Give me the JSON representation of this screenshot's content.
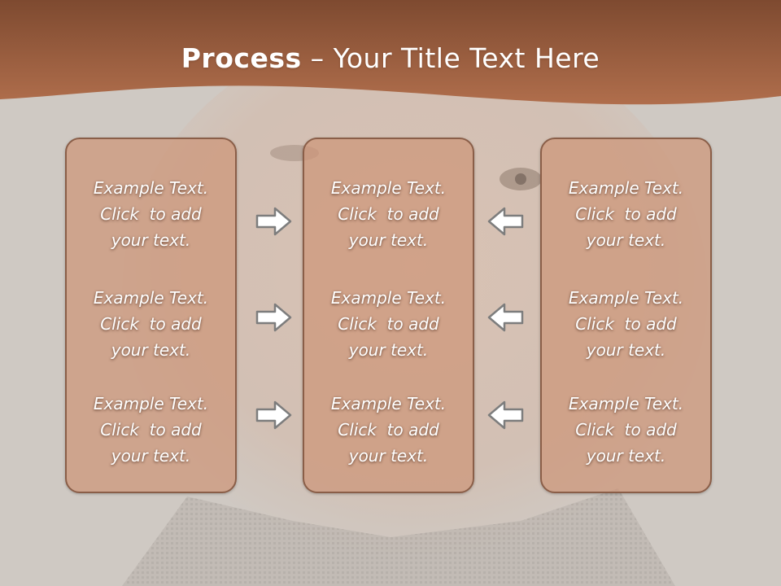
{
  "title": {
    "bold": "Process",
    "rest": " – Your Title Text Here"
  },
  "colors": {
    "header": "#9c5a3a",
    "box_fill": "#cd9678",
    "box_border": "#8a5e48",
    "arrow": "#7d7d7d",
    "background": "#cfc9c3"
  },
  "columns": [
    {
      "blocks": [
        {
          "line1": "Example Text.",
          "line2": "Click  to add",
          "line3": "your text."
        },
        {
          "line1": "Example Text.",
          "line2": "Click  to add",
          "line3": "your text."
        },
        {
          "line1": "Example Text.",
          "line2": "Click  to add",
          "line3": "your text."
        }
      ]
    },
    {
      "blocks": [
        {
          "line1": "Example Text.",
          "line2": "Click  to add",
          "line3": "your text."
        },
        {
          "line1": "Example Text.",
          "line2": "Click  to add",
          "line3": "your text."
        },
        {
          "line1": "Example Text.",
          "line2": "Click  to add",
          "line3": "your text."
        }
      ]
    },
    {
      "blocks": [
        {
          "line1": "Example Text.",
          "line2": "Click  to add",
          "line3": "your text."
        },
        {
          "line1": "Example Text.",
          "line2": "Click  to add",
          "line3": "your text."
        },
        {
          "line1": "Example Text.",
          "line2": "Click  to add",
          "line3": "your text."
        }
      ]
    }
  ],
  "arrows": {
    "left_group": "arrow-right-icon",
    "right_group": "arrow-left-icon"
  }
}
